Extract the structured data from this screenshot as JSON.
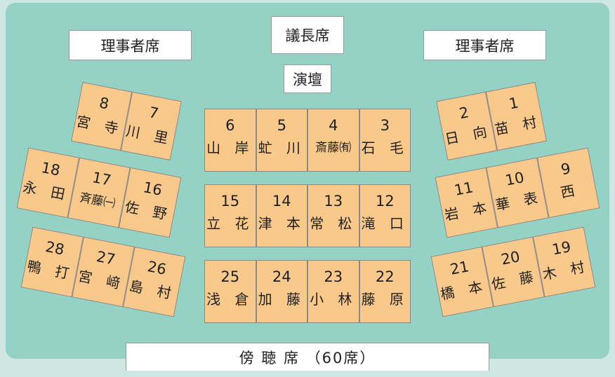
{
  "labels": {
    "director_left": "理事者席",
    "director_right": "理事者席",
    "chair": "議長席",
    "podium": "演壇",
    "gallery": "傍 聴 席 （60席）"
  },
  "seats": {
    "s1": {
      "num": "1",
      "name": "苗 村"
    },
    "s2": {
      "num": "2",
      "name": "日 向"
    },
    "s3": {
      "num": "3",
      "name": "石 毛"
    },
    "s4": {
      "num": "4",
      "name": "斎藤㈲"
    },
    "s5": {
      "num": "5",
      "name": "虻 川"
    },
    "s6": {
      "num": "6",
      "name": "山 岸"
    },
    "s7": {
      "num": "7",
      "name": "川 里"
    },
    "s8": {
      "num": "8",
      "name": "宮 寺"
    },
    "s9": {
      "num": "9",
      "name": "西"
    },
    "s10": {
      "num": "10",
      "name": "華 表"
    },
    "s11": {
      "num": "11",
      "name": "岩 本"
    },
    "s12": {
      "num": "12",
      "name": "滝 口"
    },
    "s13": {
      "num": "13",
      "name": "常 松"
    },
    "s14": {
      "num": "14",
      "name": "津 本"
    },
    "s15": {
      "num": "15",
      "name": "立 花"
    },
    "s16": {
      "num": "16",
      "name": "佐 野"
    },
    "s17": {
      "num": "17",
      "name": "斉藤㈠"
    },
    "s18": {
      "num": "18",
      "name": "永 田"
    },
    "s19": {
      "num": "19",
      "name": "木 村"
    },
    "s20": {
      "num": "20",
      "name": "佐 藤"
    },
    "s21": {
      "num": "21",
      "name": "橋 本"
    },
    "s22": {
      "num": "22",
      "name": "藤 原"
    },
    "s23": {
      "num": "23",
      "name": "小 林"
    },
    "s24": {
      "num": "24",
      "name": "加 藤"
    },
    "s25": {
      "num": "25",
      "name": "浅 倉"
    },
    "s26": {
      "num": "26",
      "name": "島 村"
    },
    "s27": {
      "num": "27",
      "name": "宮 﨑"
    },
    "s28": {
      "num": "28",
      "name": "鴨 打"
    }
  }
}
